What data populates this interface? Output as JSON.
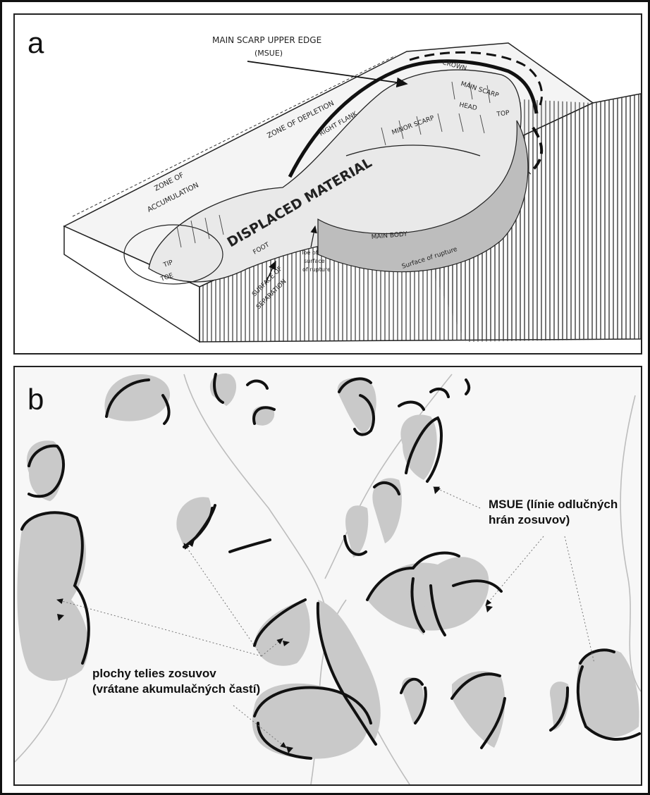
{
  "panel_a": {
    "label": "a",
    "callout_title": "MAIN SCARP UPPER EDGE",
    "callout_abbrev": "(MSUE)",
    "labels": {
      "crown": "CROWN",
      "main_scarp": "MAIN SCARP",
      "head": "HEAD",
      "top": "TOP",
      "minor_scarp": "MINOR SCARP",
      "right_flank": "RIGHT FLANK",
      "zone_of_depletion": "ZONE OF DEPLETION",
      "zone_of": "ZONE OF",
      "accumulation": "ACCUMULATION",
      "displaced_material": "DISPLACED MATERIAL",
      "main_body": "MAIN BODY",
      "surface_of_rupture": "Surface of rupture",
      "foot": "FOOT",
      "tip": "TIP",
      "toe": "TOE",
      "surface_of": "SURFACE OF",
      "separation": "SEPARATION",
      "toe_of": "Toe of",
      "surface": "surface",
      "of_rupture": "of rupture"
    }
  },
  "panel_b": {
    "label": "b",
    "msue_line1": "MSUE (línie odlučných",
    "msue_line2": "hrán zosuvov)",
    "bodies_line1": "plochy telies zosuvov",
    "bodies_line2": "(vrátane akumulačných častí)"
  },
  "colors": {
    "line": "#111111",
    "landslide_fill": "#c9c9c9",
    "stream": "#bdbdbd"
  }
}
